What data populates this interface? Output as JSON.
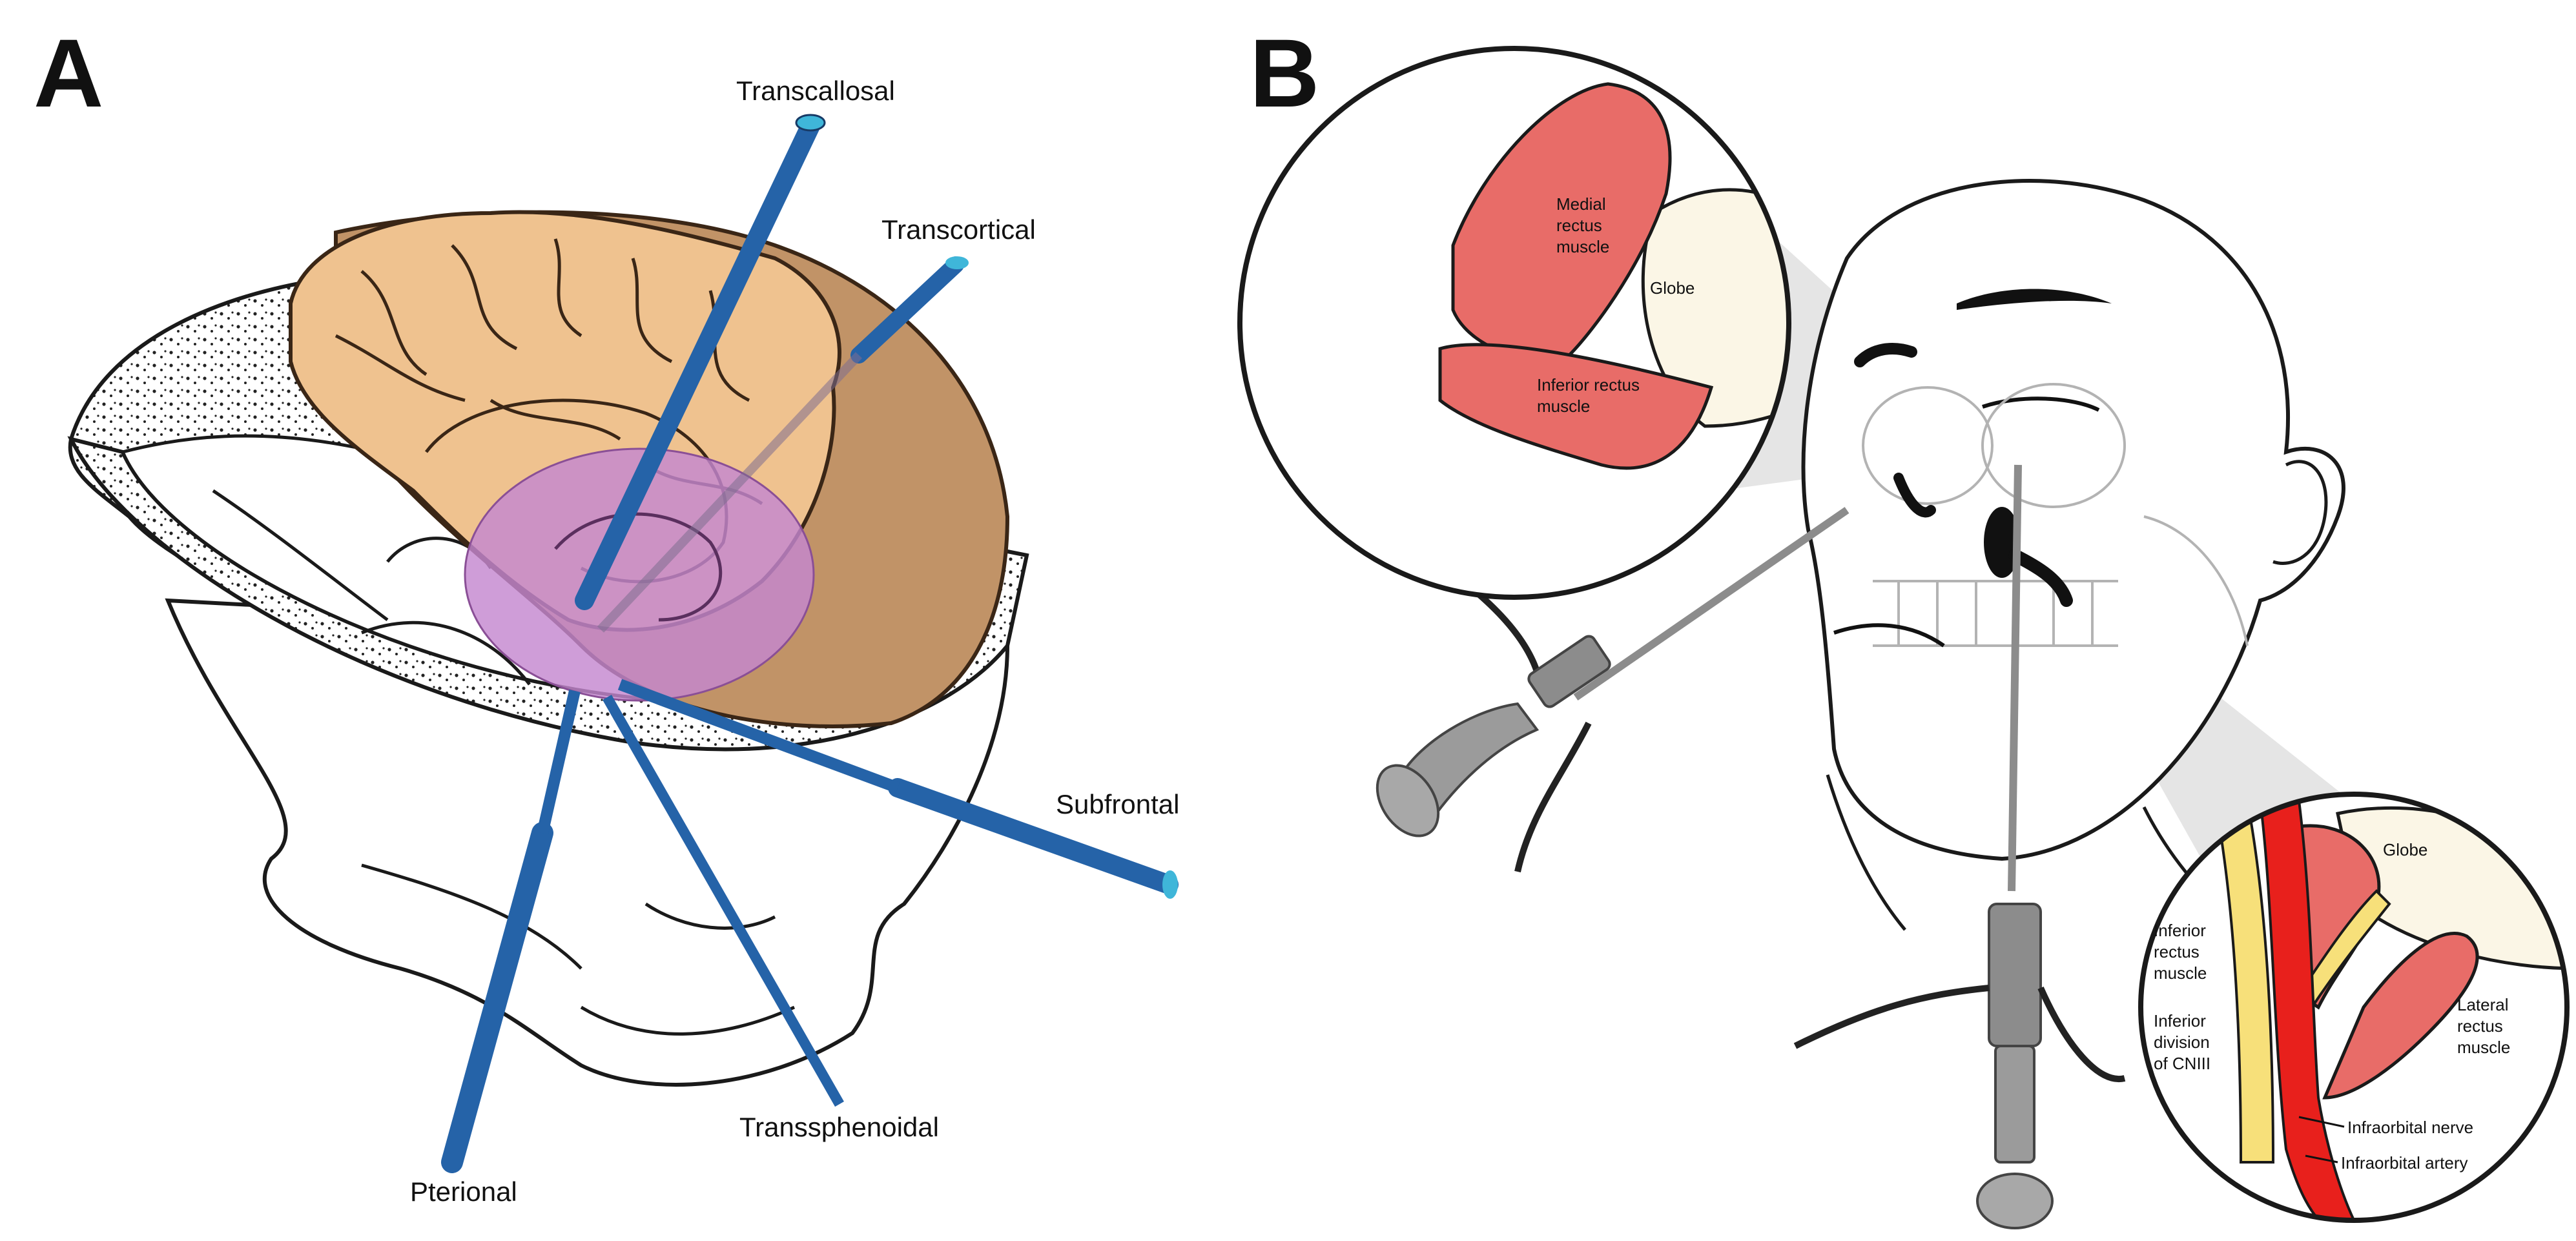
{
  "panel_a": {
    "letter": "A",
    "approaches": {
      "transcallosal": "Transcallosal",
      "transcortical": "Transcortical",
      "subfrontal": "Subfrontal",
      "pterional": "Pterional",
      "transsphenoidal": "Transsphenoidal"
    }
  },
  "panel_b": {
    "letter": "B",
    "upper_inset": {
      "medial_rectus": [
        "Medial",
        "rectus",
        "muscle"
      ],
      "globe": "Globe",
      "inferior_rectus": [
        "Inferior rectus",
        "muscle"
      ]
    },
    "lower_inset": {
      "globe": "Globe",
      "inferior_rectus": [
        "Inferior",
        "rectus",
        "muscle"
      ],
      "cn3": [
        "Inferior",
        "division",
        "of CNIII"
      ],
      "lateral_rectus": [
        "Lateral",
        "rectus",
        "muscle"
      ],
      "infraorbital_nerve": "Infraorbital nerve",
      "infraorbital_artery": "Infraorbital artery"
    }
  },
  "colors": {
    "instrument_blue": "#2563a8",
    "instrument_cap": "#3fb6d9",
    "brain": "#efc28f",
    "brain_shadow": "#c19367",
    "target_zone": "#c487d0",
    "muscle": "#e86c68",
    "globe": "#fbf6e6",
    "artery": "#e8201c",
    "nerve": "#f7e07a",
    "endoscope": "#8c8c8c"
  }
}
